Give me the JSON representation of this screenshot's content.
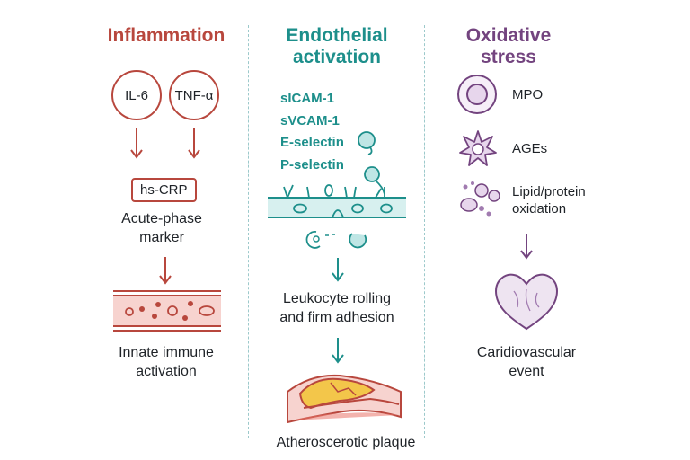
{
  "columns": {
    "inflammation": {
      "title": "Inflammation",
      "cytokines": [
        "IL-6",
        "TNF-α"
      ],
      "marker_box": "hs-CRP",
      "marker_desc": "Acute-phase\nmarker",
      "outcome": "Innate immune\nactivation"
    },
    "endothelial": {
      "title": "Endothelial\nactivation",
      "molecules": [
        "sICAM-1",
        "sVCAM-1",
        "E-selectin",
        "P-selectin"
      ],
      "process": "Leukocyte rolling\nand firm adhesion",
      "outcome": "Atheroscerotic plaque"
    },
    "oxidative": {
      "title": "Oxidative\nstress",
      "markers": [
        "MPO",
        "AGEs",
        "Lipid/protein\noxidation"
      ],
      "outcome": "Caridiovascular\nevent"
    }
  },
  "colors": {
    "inflammation": "#b8473d",
    "endothelial": "#1d8f8b",
    "oxidative": "#73447f",
    "vessel_fill": "#f7d3cf",
    "plaque_yellow": "#f3c64a",
    "heart_fill": "#eee4f1"
  },
  "icons": [
    "mpo-cell-icon",
    "ages-star-icon",
    "oxidation-dots-icon",
    "heart-icon",
    "blood-vessel-icon",
    "endothelium-icon",
    "artery-plaque-icon",
    "arrow-icon"
  ]
}
